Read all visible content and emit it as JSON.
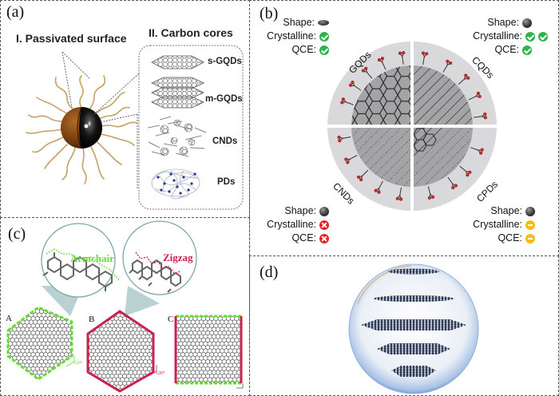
{
  "figure": {
    "panels": {
      "a": {
        "label": "(a)",
        "passivated_title": "I. Passivated surface",
        "cores_title": "II. Carbon cores",
        "cores": [
          {
            "name": "s-GQDs"
          },
          {
            "name": "m-GQDs"
          },
          {
            "name": "CNDs"
          },
          {
            "name": "PDs"
          }
        ]
      },
      "b": {
        "label": "(b)",
        "quadrants": [
          {
            "name": "GQDs",
            "legend": {
              "shape_label": "Shape:",
              "shape_icon": "disk-icon",
              "crystalline_label": "Crystalline:",
              "crystalline_icons": [
                "check-icon"
              ],
              "qce_label": "QCE:",
              "qce_icons": [
                "check-icon"
              ]
            }
          },
          {
            "name": "CQDs",
            "legend": {
              "shape_label": "Shape:",
              "shape_icon": "sphere-icon",
              "crystalline_label": "Crystalline:",
              "crystalline_icons": [
                "check-icon",
                "check-icon"
              ],
              "qce_label": "QCE:",
              "qce_icons": [
                "check-icon"
              ]
            }
          },
          {
            "name": "CNDs",
            "legend": {
              "shape_label": "Shape:",
              "shape_icon": "sphere-icon",
              "crystalline_label": "Crystalline:",
              "crystalline_icons": [
                "cross-icon"
              ],
              "qce_label": "QCE:",
              "qce_icons": [
                "cross-icon"
              ]
            }
          },
          {
            "name": "CPDs",
            "legend": {
              "shape_label": "Shape:",
              "shape_icon": "sphere-icon",
              "crystalline_label": "Crystalline:",
              "crystalline_icons": [
                "partial-icon"
              ],
              "qce_label": "QCE:",
              "qce_icons": [
                "partial-icon"
              ]
            }
          }
        ]
      },
      "c": {
        "label": "(c)",
        "armchair_label": "Armchair",
        "zigzag_label": "Zigzag",
        "sheets": [
          {
            "letter": "A",
            "angle": "120°"
          },
          {
            "letter": "B",
            "angle": "120°"
          },
          {
            "letter": "C"
          }
        ]
      },
      "d": {
        "label": "(d)"
      }
    },
    "colors": {
      "check": "#2db34a",
      "cross": "#e0262a",
      "partial": "#f2bd14",
      "armchair": "#66dd33",
      "zigzag": "#c8234f",
      "oxygen": "#e02020",
      "ring_light": "#d9d9db",
      "ring_dark": "#a4a4a6",
      "sphere_brown": "#8a4a14",
      "ligand": "#c8a064"
    }
  }
}
